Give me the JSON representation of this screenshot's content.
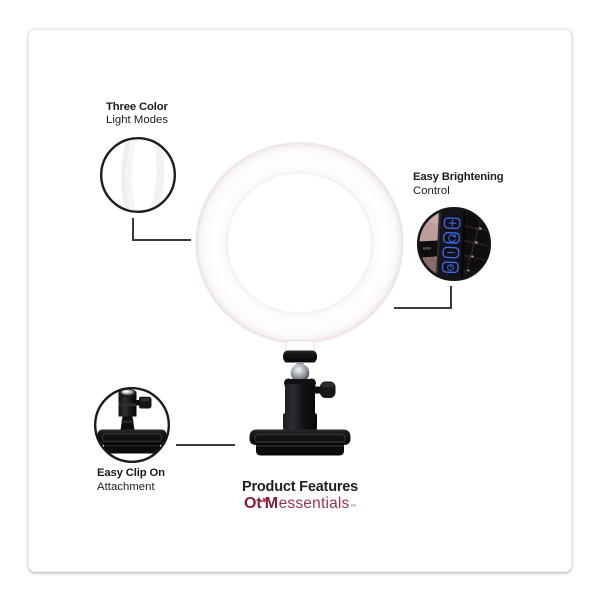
{
  "product": {
    "name": "ring light with clip mount",
    "ring_color": "#fdfbfd",
    "ring_tint": "#f3e2ee"
  },
  "callouts": {
    "three_color": {
      "title": "Three Color",
      "subtitle": "Light Modes"
    },
    "brightening": {
      "title": "Easy Brightening",
      "subtitle": "Control"
    },
    "clip": {
      "title": "Easy Clip On",
      "subtitle": "Attachment"
    }
  },
  "remote": {
    "buttons": [
      "plus",
      "cycle",
      "minus",
      "power"
    ],
    "outline_color": "#3e6cf0"
  },
  "footer": {
    "heading": "Product Features",
    "brand": {
      "o": "O",
      "t": "t",
      "m": "M",
      "rest": "essentials",
      "trademark": "™"
    },
    "brand_dark_color": "#7d1f3d",
    "brand_light_color": "#993253"
  },
  "colors": {
    "text": "#1c1c1c",
    "connector": "#3a3a3a",
    "circle_stroke": "#1d1d1d"
  }
}
